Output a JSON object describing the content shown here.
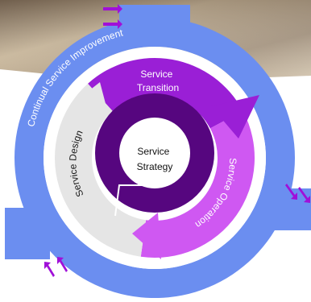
{
  "diagram": {
    "outer_ring": {
      "label": "Continual Service Improvement",
      "color": "#6b8ef0"
    },
    "middle_ring": {
      "segments": [
        {
          "id": "transition",
          "lines": [
            "Service",
            "Transition"
          ],
          "color": "#9a1fd6"
        },
        {
          "id": "operation",
          "label": "Service Operation",
          "color": "#cf58f2"
        },
        {
          "id": "design",
          "label": "Service Design",
          "color": "#e5e5e5"
        }
      ]
    },
    "inner_ring": {
      "color": "#56067f"
    },
    "center": {
      "lines": [
        "Service",
        "Strategy"
      ]
    },
    "arrow_color": "#a010d8"
  }
}
